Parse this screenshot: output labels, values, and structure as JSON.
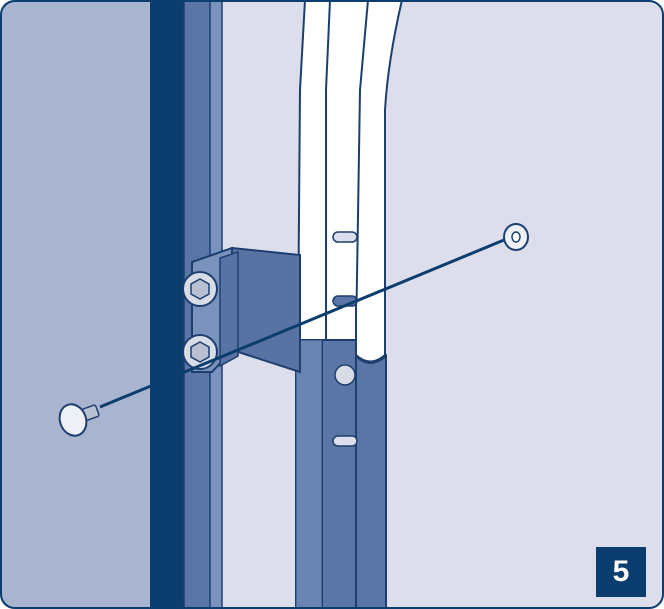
{
  "step": {
    "number": "5"
  },
  "colors": {
    "wall": "#dcdfeb",
    "left_panel": "#a9b5cf",
    "dark_post": "#0b3d6e",
    "post": "#5a76a6",
    "post_light": "#7a93bd",
    "pole_white": "#ffffff",
    "pole_outline": "#1d3f70",
    "bracket": "#5873a3",
    "hardware": "#d8dce6",
    "badge": "#0b3d6e"
  },
  "parts": [
    {
      "name": "carriage-bolt"
    },
    {
      "name": "washer"
    },
    {
      "name": "mounting-bracket"
    },
    {
      "name": "pole-insert"
    },
    {
      "name": "slotted-post"
    }
  ]
}
